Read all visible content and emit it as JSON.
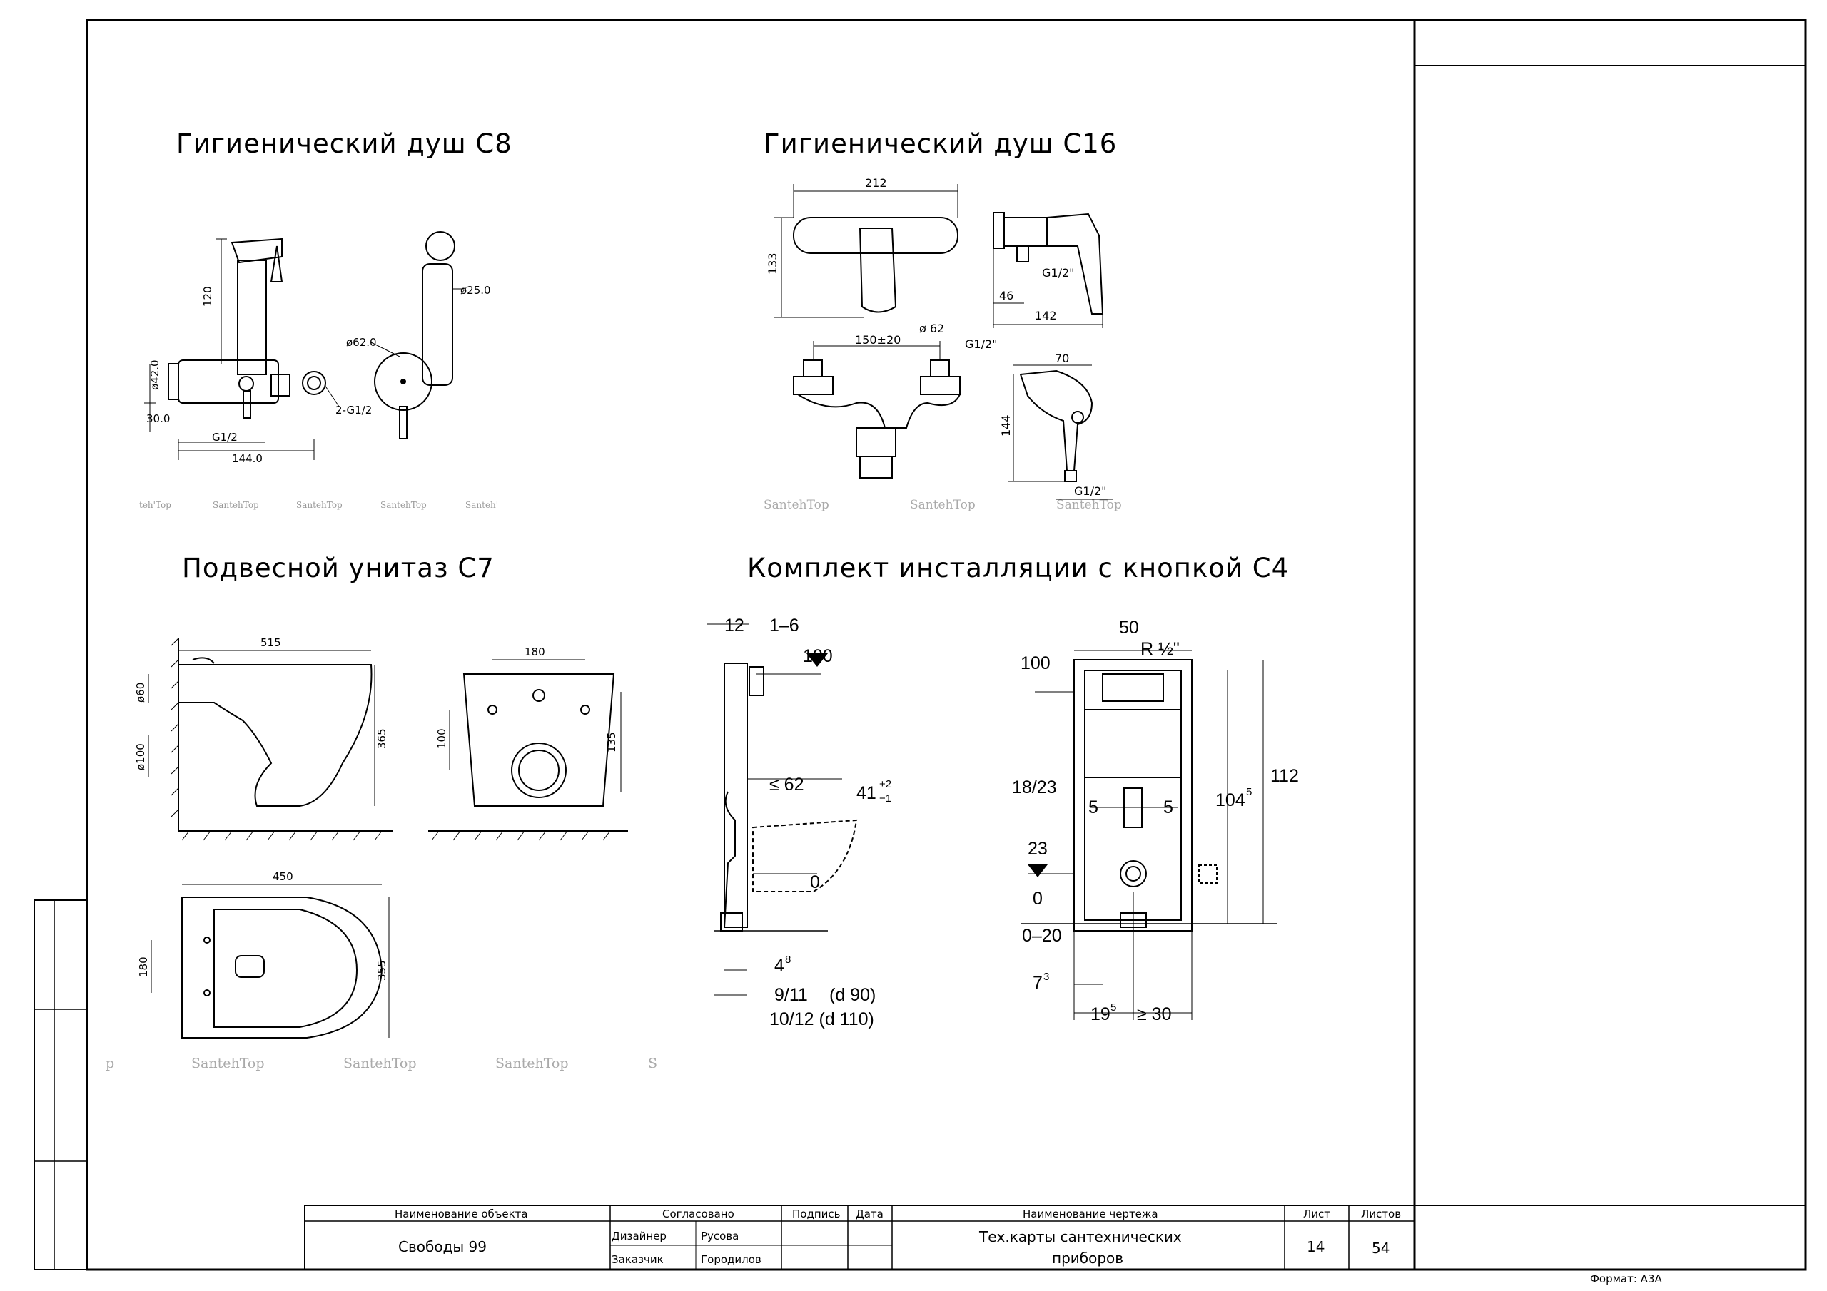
{
  "sections": {
    "c8": {
      "title": "Гигиенический душ С8",
      "dims": {
        "d1": "120",
        "d2": "ø25.0",
        "d3": "ø62.0",
        "d4": "ø42.0",
        "d5": "30.0",
        "d6": "G1/2",
        "d7": "2-G1/2",
        "d8": "144.0"
      },
      "watermarks": [
        "teh'Top",
        "SantehTop",
        "SantehTop",
        "SantehTop",
        "Santeh'"
      ]
    },
    "c16": {
      "title": "Гигиенический душ С16",
      "dims": {
        "d1": "212",
        "d2": "133",
        "d3": "G1/2\"",
        "d4": "46",
        "d5": "142",
        "d6": "150±20",
        "d7": "ø 62",
        "d8": "G1/2\"",
        "d9": "70",
        "d10": "144",
        "d11": "G1/2\""
      },
      "watermarks": [
        "SantehTop",
        "SantehTop",
        "SantehTop"
      ]
    },
    "c7": {
      "title": "Подвесной унитаз С7",
      "dims": {
        "d1": "515",
        "d2": "ø60",
        "d3": "ø100",
        "d4": "365",
        "d5": "180",
        "d6": "100",
        "d7": "135",
        "d8": "450",
        "d9": "180",
        "d10": "355"
      },
      "watermarks": [
        "p",
        "SantehTop",
        "SantehTop",
        "SantehTop",
        "S"
      ]
    },
    "c4": {
      "title": "Комплект инсталляции с кнопкой С4",
      "left": {
        "d1": "12",
        "d2": "1–6",
        "d3": "100",
        "d4": "≤ 62",
        "d5": "41",
        "d5sup": "+2",
        "d5sub": "−1",
        "d6": "0",
        "d7": "4",
        "d7sup": "8",
        "d8": "9/11",
        "d8b": "(d 90)",
        "d9": "10/12 (d 110)"
      },
      "right": {
        "d1": "50",
        "d2": "R ½\"",
        "d3": "100",
        "d4": "18/23",
        "d5": "5",
        "d6": "5",
        "d7": "104",
        "d7sup": "5",
        "d8": "112",
        "d9": "23",
        "d10": "0",
        "d11": "0–20",
        "d12": "7",
        "d12sup": "3",
        "d13": "19",
        "d13sup": "5",
        "d14": "≥ 30"
      }
    }
  },
  "title_block": {
    "h_object": "Наименование объекта",
    "h_agreed": "Согласовано",
    "h_sign": "Подпись",
    "h_date": "Дата",
    "h_drawing": "Наименование чертежа",
    "h_sheet": "Лист",
    "h_sheets": "Листов",
    "object": "Свободы 99",
    "role1": "Дизайнер",
    "name1": "Русова",
    "role2": "Заказчик",
    "name2": "Городилов",
    "drawing_line1": "Тех.карты сантехнических",
    "drawing_line2": "приборов",
    "sheet": "14",
    "sheets": "54",
    "format": "Формат: А3А"
  }
}
